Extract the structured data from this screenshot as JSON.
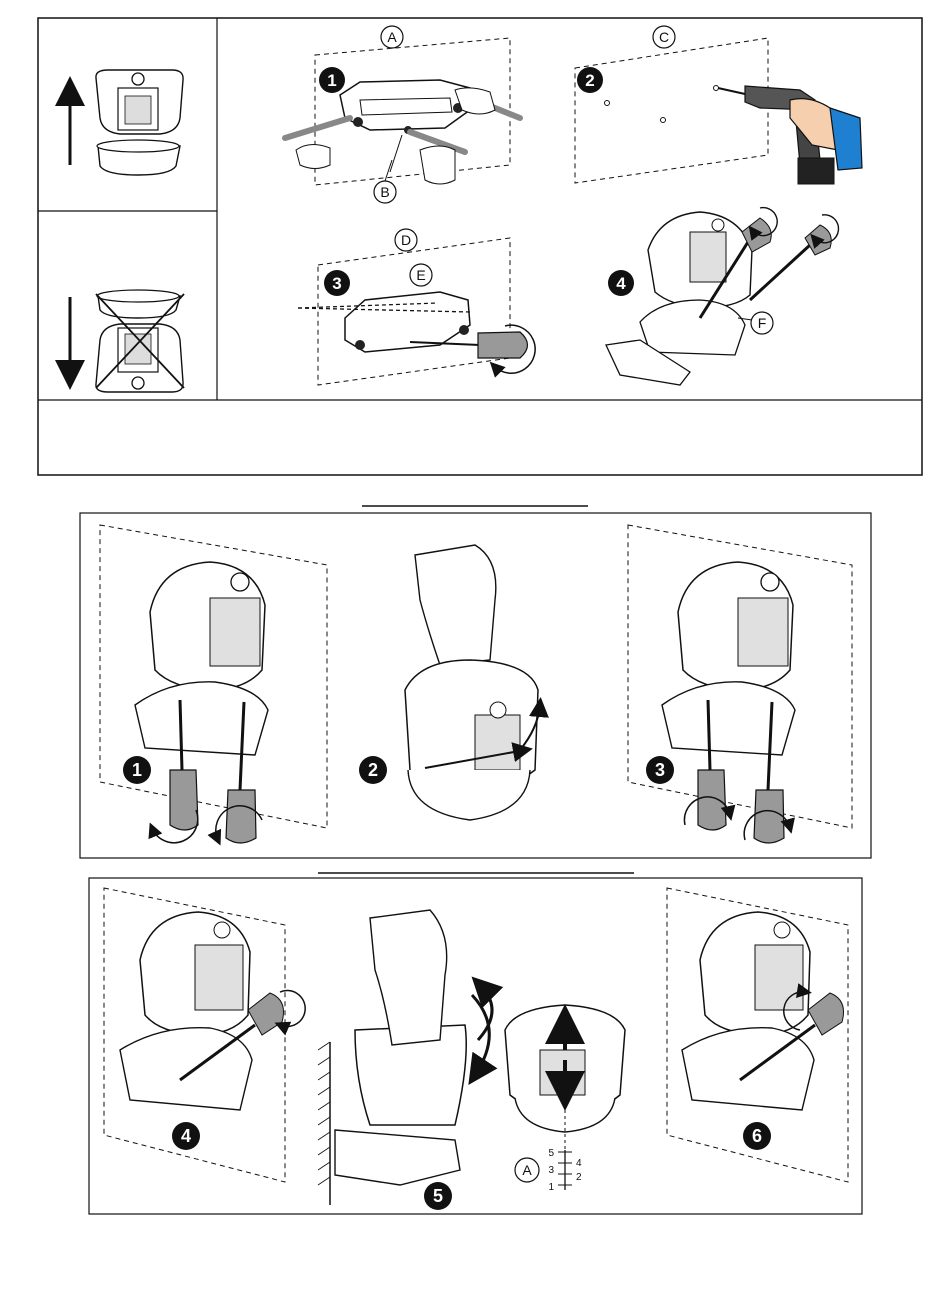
{
  "top_panel": {
    "letters": {
      "a": "A",
      "b": "B",
      "c": "C",
      "d": "D",
      "e": "E",
      "f": "F"
    },
    "steps": {
      "s1": "1",
      "s2": "2",
      "s3": "3",
      "s4": "4"
    }
  },
  "middle_panel": {
    "steps": {
      "s1": "1",
      "s2": "2",
      "s3": "3"
    }
  },
  "bottom_panel": {
    "steps": {
      "s4": "4",
      "s5": "5",
      "s6": "6"
    },
    "letter_a": "A",
    "scale": {
      "t5": "5",
      "t4": "4",
      "t3": "3",
      "t2": "2",
      "t1": "1"
    }
  },
  "colors": {
    "ink": "#111111",
    "drill_blue": "#1f7fd0",
    "skin": "#f5cfae"
  }
}
